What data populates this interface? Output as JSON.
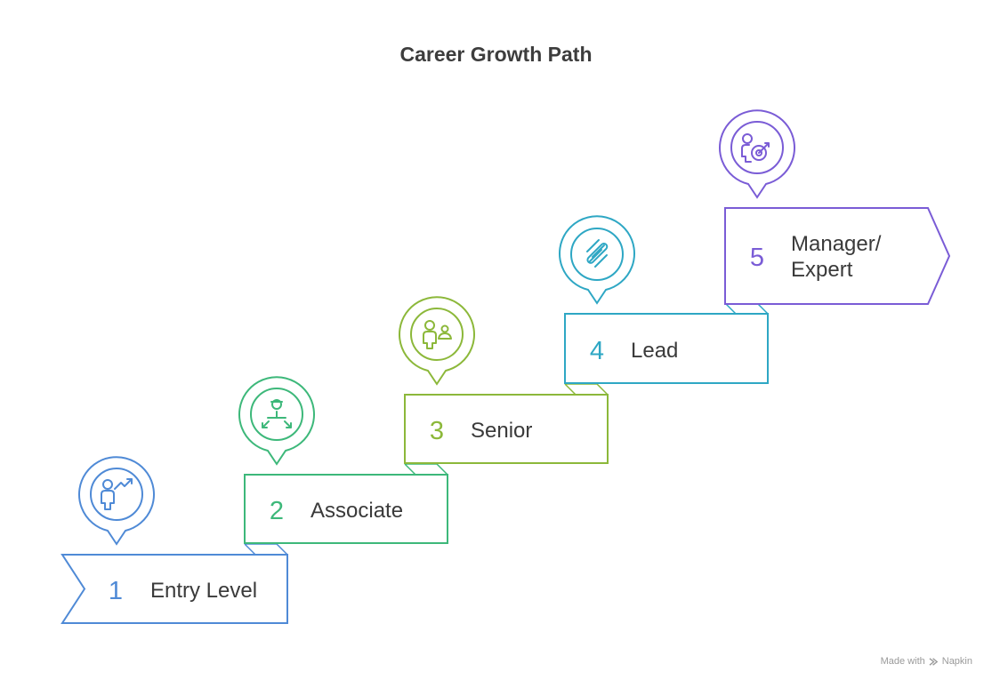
{
  "title": "Career Growth Path",
  "steps": [
    {
      "number": "1",
      "lines": [
        "Entry Level"
      ],
      "color": "#4f8ad6",
      "icon": "person-growth-icon"
    },
    {
      "number": "2",
      "lines": [
        "Associate"
      ],
      "color": "#3db87a",
      "icon": "person-network-icon"
    },
    {
      "number": "3",
      "lines": [
        "Senior"
      ],
      "color": "#8cb83a",
      "icon": "mentor-person-icon"
    },
    {
      "number": "4",
      "lines": [
        "Lead"
      ],
      "color": "#2ea7c4",
      "icon": "tools-icon"
    },
    {
      "number": "5",
      "lines": [
        "Manager/",
        "Expert"
      ],
      "color": "#7a5cd6",
      "icon": "person-target-icon"
    }
  ],
  "footer": {
    "made_with": "Made with",
    "brand": "Napkin"
  }
}
